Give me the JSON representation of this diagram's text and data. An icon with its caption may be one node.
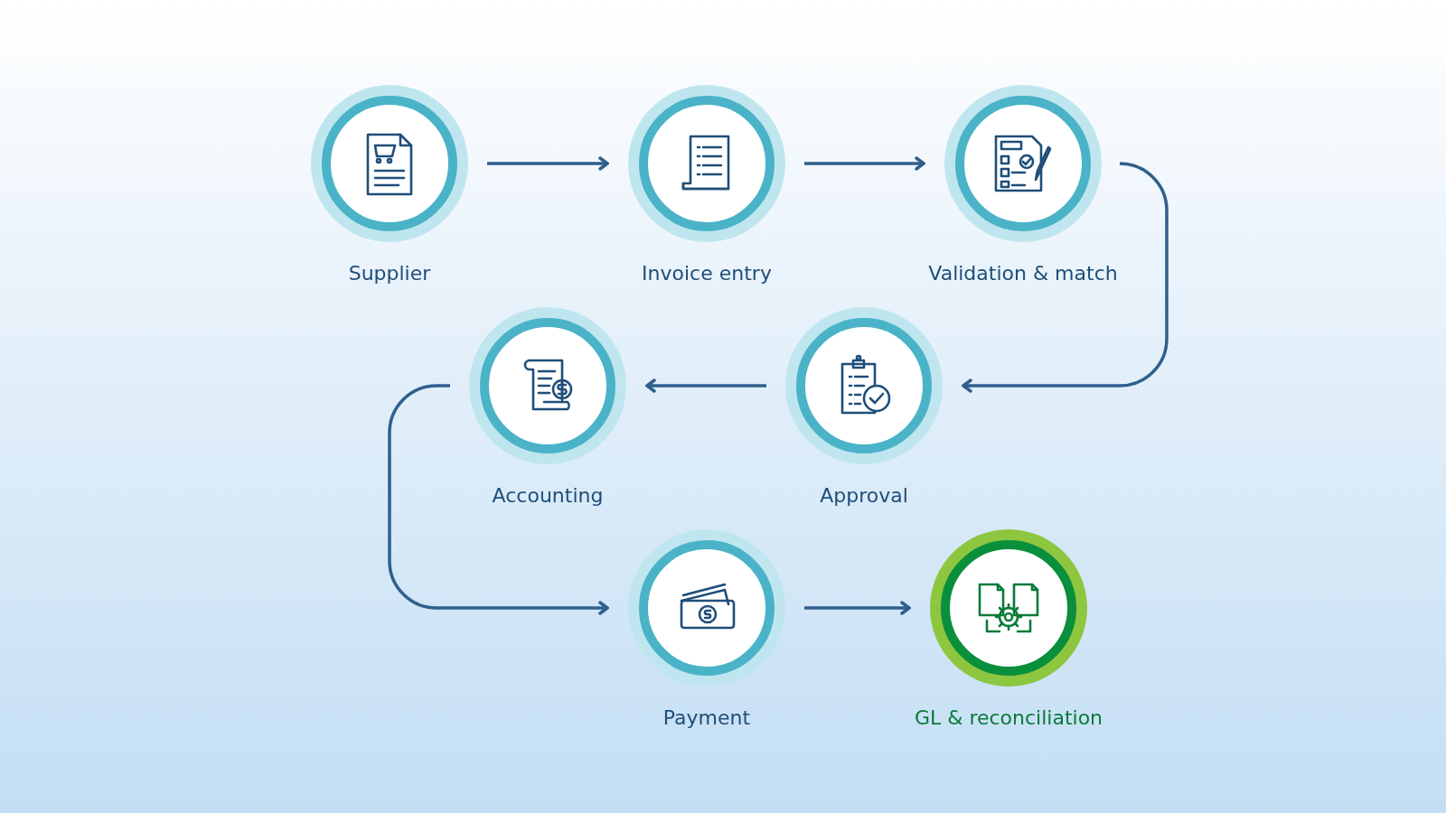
{
  "diagram": {
    "nodes": [
      {
        "text": [
          "Supplier"
        ]
      },
      {
        "text": [
          "Invoice entry"
        ]
      },
      {
        "text": [
          "Validation & match"
        ]
      },
      {
        "text": [
          "Accounting"
        ]
      },
      {
        "text": [
          "Approval"
        ]
      },
      {
        "text": [
          "Payment"
        ]
      },
      {
        "text": [
          "GL & reconciliation"
        ]
      }
    ],
    "edges": [
      {
        "from": 0,
        "to": 1,
        "arrow": "to"
      },
      {
        "from": 1,
        "to": 2,
        "arrow": "to"
      },
      {
        "from": 2,
        "to": 4,
        "arrow": "to"
      },
      {
        "from": 4,
        "to": 3,
        "arrow": "to"
      },
      {
        "from": 3,
        "to": 5,
        "arrow": "to"
      },
      {
        "from": 5,
        "to": 6,
        "arrow": "to"
      }
    ]
  }
}
